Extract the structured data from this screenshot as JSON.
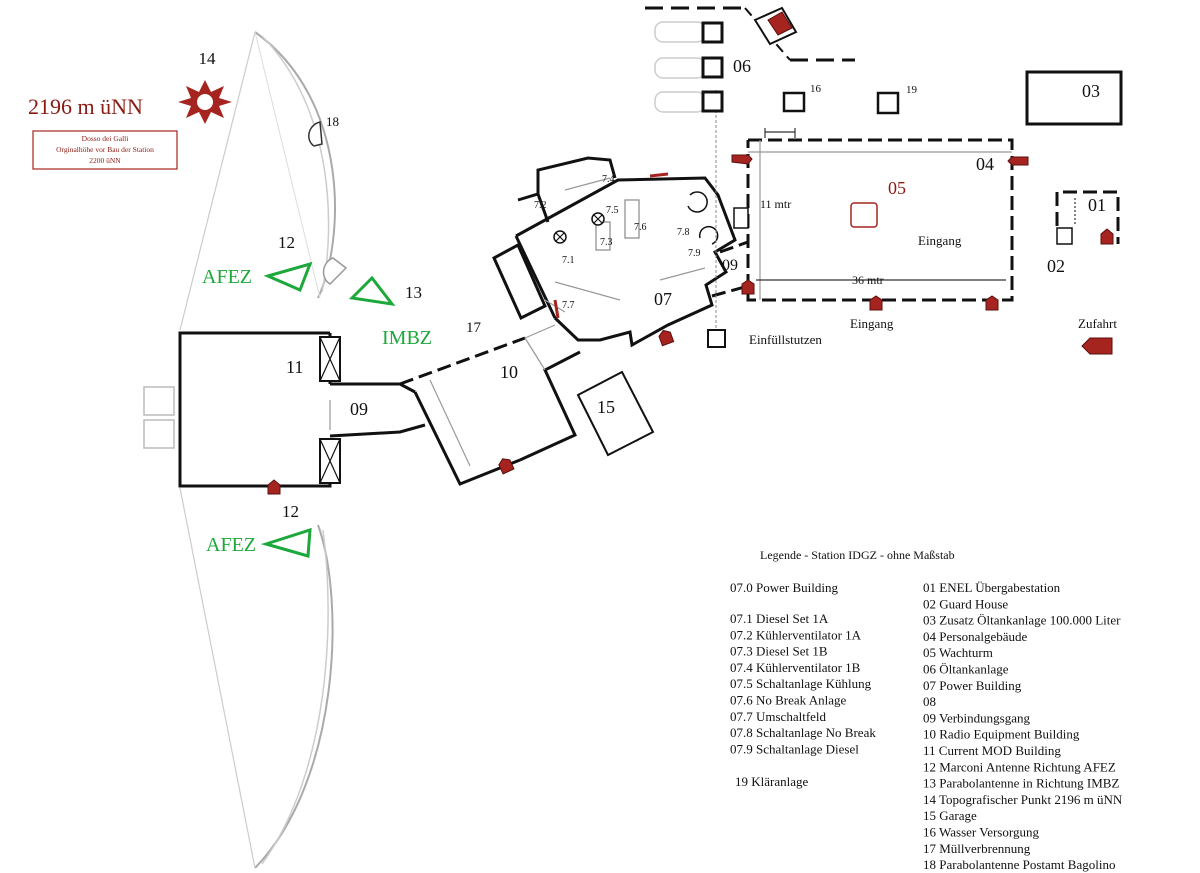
{
  "summit": {
    "number": "14",
    "height": "2196 m üNN",
    "note_lines": [
      "Dosso dei Galli",
      "Orginalhöhe vor Bau der Station",
      "2200 üNN"
    ]
  },
  "colors": {
    "building_red": "#a5241f",
    "antenna_green": "#1ca83a",
    "wall": "#111111"
  },
  "labels": {
    "b01": "01",
    "b02": "02",
    "b03": "03",
    "b04": "04",
    "b05": "05",
    "b06": "06",
    "b07": "07",
    "b09a": "09",
    "b09b": "09",
    "b10": "10",
    "b11": "11",
    "b12a": "12",
    "b12b": "12",
    "b13": "13",
    "b15": "15",
    "b16": "16",
    "b17": "17",
    "b18": "18",
    "b19": "19",
    "r71": "7.1",
    "r72": "7.2",
    "r73": "7.3",
    "r74": "7.4",
    "r75": "7.5",
    "r76": "7.6",
    "r77": "7.7",
    "r78": "7.8",
    "r79": "7.9",
    "afez_top": "AFEZ",
    "afez_bottom": "AFEZ",
    "imbz": "IMBZ",
    "width_11": "11 mtr",
    "length_36": "36 mtr",
    "eingang_inner": "Eingang",
    "eingang_outer": "Eingang",
    "zufahrt": "Zufahrt",
    "einfuellstutzen": "Einfüllstutzen"
  },
  "legend": {
    "title": "Legende - Station IDGZ - ohne Maßstab",
    "power_header": "07.0 Power Building",
    "power_items": [
      "07.1 Diesel Set 1A",
      "07.2 Kühlerventilator 1A",
      "07.3 Diesel Set 1B",
      "07.4 Kühlerventilator 1B",
      "07.5 Schaltanlage Kühlung",
      "07.6 No Break Anlage",
      "07.7 Umschaltfeld",
      "07.8 Schaltanlage No Break",
      "07.9 Schaltanlage Diesel"
    ],
    "extra": "19 Kläranlage",
    "station_items": [
      "01 ENEL Übergabestation",
      "02 Guard House",
      "03 Zusatz Öltankanlage 100.000 Liter",
      "04 Personalgebäude",
      "05 Wachturm",
      "06 Öltankanlage",
      "07 Power Building",
      "08",
      "09 Verbindungsgang",
      "10 Radio Equipment Building",
      "11 Current MOD Building",
      "12 Marconi Antenne Richtung AFEZ",
      "13 Parabolantenne in Richtung IMBZ",
      "14 Topografischer Punkt 2196 m üNN",
      "15 Garage",
      "16 Wasser Versorgung",
      "17 Müllverbrennung",
      "18 Parabolantenne Postamt Bagolino"
    ]
  }
}
